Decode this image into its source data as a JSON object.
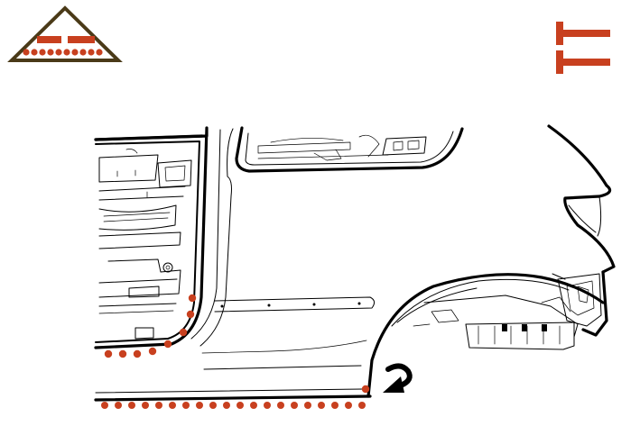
{
  "colors": {
    "background": "#ffffff",
    "line": "#000000",
    "accent": "#c8401f",
    "symbol_frame": "#4a3a18"
  },
  "symbols": {
    "top_left": "triangle-sealer-bead-icon",
    "top_right": "double-pin-clip-icon"
  },
  "callouts": {
    "arrow": "curved-arrow-icon",
    "dot_groups": [
      "b-pillar-lower-seam",
      "rocker-sill-seam",
      "wheel-arch-end-point"
    ]
  }
}
